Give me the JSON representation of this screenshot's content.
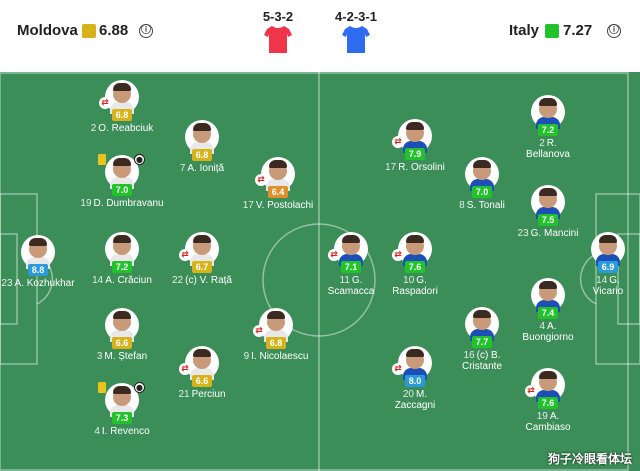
{
  "header": {
    "home": {
      "name": "Moldova",
      "rating": "6.88",
      "rating_color": "#d8b21a",
      "formation": "5-3-2",
      "shirt_color": "#f0344a"
    },
    "away": {
      "name": "Italy",
      "rating": "7.27",
      "rating_color": "#22c22a",
      "formation": "4-2-3-1",
      "shirt_color": "#2f6cf2"
    },
    "info_icon": "ⓘ"
  },
  "players": [
    {
      "id": "reabciuk",
      "num": "2",
      "name": "O. Reabciuk",
      "rating": "6.8",
      "badge": "#d8b21a",
      "shirt": "#e8e8e8",
      "sub": true
    },
    {
      "id": "ionita",
      "num": "7",
      "name": "A. Ioniță",
      "rating": "6.8",
      "badge": "#d8b21a",
      "shirt": "#e8e8e8"
    },
    {
      "id": "dumbravanu",
      "num": "19",
      "name": "D. Dumbravanu",
      "rating": "7.0",
      "badge": "#22c22a",
      "shirt": "#e8e8e8",
      "yellow": true,
      "goal": true
    },
    {
      "id": "postolachi",
      "num": "17",
      "name": "V. Postolachi",
      "rating": "6.4",
      "badge": "#e0902a",
      "shirt": "#e8e8e8",
      "sub": true
    },
    {
      "id": "kozhukhar",
      "num": "23",
      "name": "A. Kozhukhar",
      "rating": "8.8",
      "badge": "#2a9ad8",
      "shirt": "#e8e8e8"
    },
    {
      "id": "craciun",
      "num": "14",
      "name": "A. Crăciun",
      "rating": "7.2",
      "badge": "#22c22a",
      "shirt": "#e8e8e8"
    },
    {
      "id": "rata",
      "num": "22",
      "name": "(c) V. Rață",
      "rating": "6.7",
      "badge": "#d8b21a",
      "shirt": "#e8e8e8",
      "sub": true
    },
    {
      "id": "stefan",
      "num": "3",
      "name": "M. Ștefan",
      "rating": "6.6",
      "badge": "#d8b21a",
      "shirt": "#e8e8e8"
    },
    {
      "id": "nicolaescu",
      "num": "9",
      "name": "I. Nicolaescu",
      "rating": "6.8",
      "badge": "#d8b21a",
      "shirt": "#e8e8e8",
      "sub": true
    },
    {
      "id": "perciun",
      "num": "21",
      "name": "Perciun",
      "rating": "6.6",
      "badge": "#d8b21a",
      "shirt": "#e8e8e8",
      "sub": true
    },
    {
      "id": "revenco",
      "num": "4",
      "name": "I. Revenco",
      "rating": "7.3",
      "badge": "#22c22a",
      "shirt": "#e8e8e8",
      "yellow": true,
      "goal": true
    },
    {
      "id": "bellanova",
      "num": "2",
      "name": "R.",
      "name2": "Bellanova",
      "rating": "7.2",
      "badge": "#22c22a",
      "shirt": "#1c4fb8"
    },
    {
      "id": "orsolini",
      "num": "17",
      "name": "R. Orsolini",
      "rating": "7.9",
      "badge": "#22c22a",
      "shirt": "#1c4fb8",
      "sub": true
    },
    {
      "id": "tonali",
      "num": "8",
      "name": "S. Tonali",
      "rating": "7.0",
      "badge": "#22c22a",
      "shirt": "#1c4fb8"
    },
    {
      "id": "mancini",
      "num": "23",
      "name": "G. Mancini",
      "rating": "7.5",
      "badge": "#22c22a",
      "shirt": "#1c4fb8"
    },
    {
      "id": "scamacca",
      "num": "11",
      "name": "G.",
      "name2": "Scamacca",
      "rating": "7.1",
      "badge": "#22c22a",
      "shirt": "#1c4fb8",
      "sub": true
    },
    {
      "id": "raspadori",
      "num": "10",
      "name": "G.",
      "name2": "Raspadori",
      "rating": "7.6",
      "badge": "#22c22a",
      "shirt": "#1c4fb8",
      "sub": true
    },
    {
      "id": "vicario",
      "num": "14",
      "name": "G.",
      "name2": "Vicario",
      "rating": "6.9",
      "badge": "#2a9ad8",
      "shirt": "#1c4fb8"
    },
    {
      "id": "buongiorno",
      "num": "4",
      "name": "A.",
      "name2": "Buongiorno",
      "rating": "7.4",
      "badge": "#22c22a",
      "shirt": "#1c4fb8"
    },
    {
      "id": "cristante",
      "num": "16",
      "name": "(c) B.",
      "name2": "Cristante",
      "rating": "7.7",
      "badge": "#22c22a",
      "shirt": "#1c4fb8"
    },
    {
      "id": "zaccagni",
      "num": "20",
      "name": "M.",
      "name2": "Zaccagni",
      "rating": "8.0",
      "badge": "#2a9ad8",
      "shirt": "#1c4fb8",
      "sub": true
    },
    {
      "id": "cambiaso",
      "num": "19",
      "name": "A.",
      "name2": "Cambiaso",
      "rating": "7.6",
      "badge": "#22c22a",
      "shirt": "#1c4fb8",
      "sub": true
    }
  ],
  "watermark": "狗子冷眼看体坛"
}
